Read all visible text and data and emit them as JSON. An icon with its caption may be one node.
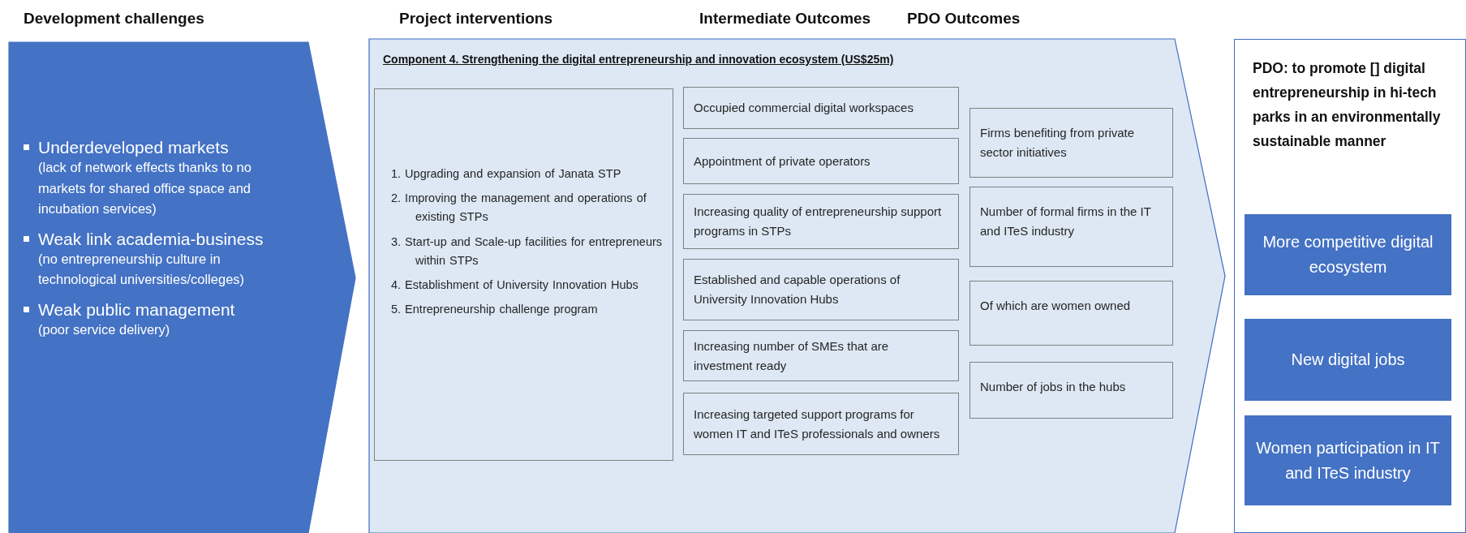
{
  "diagram": {
    "nodes": [
      {
        "text": [
          "Underdeveloped markets",
          "(lack of network effects thanks to no markets for shared office space and incubation services)",
          "Weak link academia-business",
          "(no entrepreneurship culture in technological universities/colleges)",
          "Weak public management",
          "(poor service delivery)"
        ]
      },
      {
        "text": [
          "Component 4. Strengthening the digital entrepreneurship and innovation ecosystem (US$25m)"
        ]
      },
      {
        "text": [
          "1. Upgrading and expansion of Janata STP",
          "2. Improving the management and operations of existing STPs",
          "3. Start-up and Scale-up facilities for entrepreneurs within STPs",
          "4. Establishment of University Innovation Hubs",
          "5. Entrepreneurship challenge program"
        ],
        "in": 1
      },
      {
        "text": [
          "Occupied commercial digital workspaces"
        ],
        "in": 1
      },
      {
        "text": [
          "Appointment of private operators"
        ],
        "in": 1
      },
      {
        "text": [
          "Increasing quality of entrepreneurship support programs in STPs"
        ],
        "in": 1
      },
      {
        "text": [
          "Established and capable operations of University Innovation Hubs"
        ],
        "in": 1
      },
      {
        "text": [
          "Increasing number of SMEs that are investment ready"
        ],
        "in": 1
      },
      {
        "text": [
          "Increasing targeted support programs for women IT and ITeS professionals and owners"
        ],
        "in": 1
      },
      {
        "text": [
          "Firms benefiting from private sector initiatives"
        ],
        "in": 1
      },
      {
        "text": [
          "Number of formal firms in the IT and ITeS industry"
        ],
        "in": 1
      },
      {
        "text": [
          "Of which are women owned"
        ],
        "in": 1
      },
      {
        "text": [
          "Number of jobs in the hubs"
        ],
        "in": 1
      },
      {
        "text": [
          "PDO: to promote [] digital entrepreneurship in hi-tech parks in an environmentally sustainable manner"
        ]
      },
      {
        "text": [
          "More competitive digital ecosystem"
        ],
        "in": 13
      },
      {
        "text": [
          "New digital jobs"
        ],
        "in": 13
      },
      {
        "text": [
          "Women participation in IT and ITeS industry"
        ],
        "in": 13
      }
    ],
    "labels": [
      "Development challenges",
      "Project interventions",
      "Intermediate Outcomes",
      "PDO Outcomes"
    ]
  }
}
